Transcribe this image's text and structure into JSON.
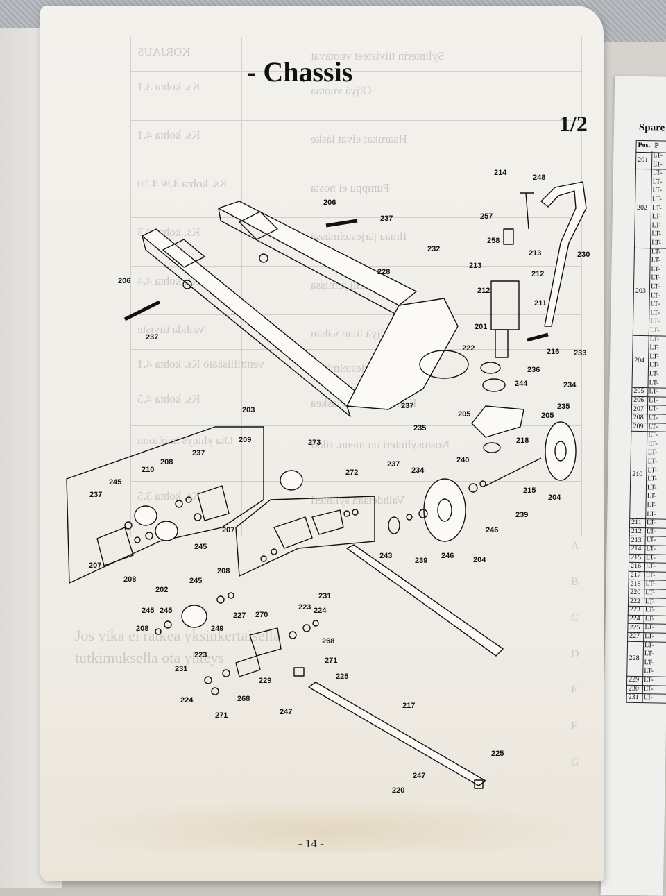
{
  "page": {
    "title": "- Chassis",
    "sheet_fraction": "1/2",
    "page_number": "- 14 -"
  },
  "spare_parts": {
    "title": "Spare P",
    "header": [
      "Pos.",
      "P"
    ],
    "groups": [
      {
        "pos": "201",
        "codes": [
          "LT-",
          "LT-"
        ]
      },
      {
        "pos": "202",
        "codes": [
          "LT-",
          "LT-",
          "LT-",
          "LT-",
          "LT-",
          "LT-",
          "LT-",
          "LT-",
          "LT-"
        ]
      },
      {
        "pos": "203",
        "codes": [
          "LT-",
          "LT-",
          "LT-",
          "LT-",
          "LT-",
          "LT-",
          "LT-",
          "LT-",
          "LT-",
          "LT-"
        ]
      },
      {
        "pos": "204",
        "codes": [
          "LT-",
          "LT-",
          "LT-",
          "LT-",
          "LT-",
          "LT-"
        ]
      },
      {
        "pos": "205",
        "codes": [
          "LT-"
        ]
      },
      {
        "pos": "206",
        "codes": [
          "LT-"
        ]
      },
      {
        "pos": "207",
        "codes": [
          "LT-"
        ]
      },
      {
        "pos": "208",
        "codes": [
          "LT-"
        ]
      },
      {
        "pos": "209",
        "codes": [
          "LT-"
        ]
      },
      {
        "pos": "210",
        "codes": [
          "LT-",
          "LT-",
          "LT-",
          "LT-",
          "LT-",
          "LT-",
          "LT-",
          "LT-",
          "LT-",
          "LT-"
        ]
      },
      {
        "pos": "211",
        "codes": [
          "LT-"
        ]
      },
      {
        "pos": "212",
        "codes": [
          "LT-"
        ]
      },
      {
        "pos": "213",
        "codes": [
          "LT-"
        ]
      },
      {
        "pos": "214",
        "codes": [
          "LT-"
        ]
      },
      {
        "pos": "215",
        "codes": [
          "LT-"
        ]
      },
      {
        "pos": "216",
        "codes": [
          "LT-"
        ]
      },
      {
        "pos": "217",
        "codes": [
          "LT-"
        ]
      },
      {
        "pos": "218",
        "codes": [
          "LT-"
        ]
      },
      {
        "pos": "220",
        "codes": [
          "LT-"
        ]
      },
      {
        "pos": "222",
        "codes": [
          "LT-"
        ]
      },
      {
        "pos": "223",
        "codes": [
          "LT-"
        ]
      },
      {
        "pos": "224",
        "codes": [
          "LT-"
        ]
      },
      {
        "pos": "225",
        "codes": [
          "LT-"
        ]
      },
      {
        "pos": "227",
        "codes": [
          "LT-"
        ]
      },
      {
        "pos": "228",
        "codes": [
          "LT-",
          "LT-",
          "LT-",
          "LT-"
        ]
      },
      {
        "pos": "229",
        "codes": [
          "LT-"
        ]
      },
      {
        "pos": "230",
        "codes": [
          "LT-"
        ]
      },
      {
        "pos": "231",
        "codes": [
          "LT-"
        ]
      }
    ]
  },
  "ghost_table": {
    "left_column": [
      "KORJAUS",
      "Ks. kohta 3.1",
      "Ks. kohta 4.1",
      "Ks. kohta 4.9/ 4.10",
      "Ks. kohta 4.3",
      "Ks. kohta 4.4",
      "Vaihda tiiviste",
      "venttiilisäätö Ks. kohta 4.1",
      "Ks. kohta 4.5",
      "Ota yhteys huoltoon",
      "Ks. kohta 3.5"
    ],
    "right_column": [
      "Sylinterin tiivisteet vuotavat",
      "Öljyä vuotaa",
      "Haarukat eivät laske",
      "Pumppu ei nosta",
      "Ilmaa järjestelmässä",
      "Venttiili jumissa",
      "Öljyä liian vähän",
      "Ilma järjestelmässä",
      "Kuormaa ei voi laskea",
      "Nostosylinteri on menn. rikki",
      "Vaihdetaan sylinteri"
    ],
    "bottom_text": [
      "Jos vika ei ratkea yksinkertaisella",
      "tutkimuksella ota yhteys"
    ],
    "grid_letters": [
      "A",
      "B",
      "C",
      "D",
      "E",
      "F",
      "G"
    ]
  },
  "diagram": {
    "callouts": [
      "201",
      "202",
      "203",
      "204",
      "204",
      "205",
      "205",
      "206",
      "206",
      "207",
      "207",
      "208",
      "208",
      "208",
      "208",
      "209",
      "210",
      "211",
      "212",
      "212",
      "213",
      "213",
      "214",
      "215",
      "216",
      "217",
      "218",
      "220",
      "222",
      "223",
      "223",
      "224",
      "224",
      "225",
      "225",
      "227",
      "228",
      "229",
      "230",
      "231",
      "231",
      "232",
      "233",
      "234",
      "234",
      "235",
      "235",
      "236",
      "237",
      "237",
      "237",
      "237",
      "237",
      "237",
      "239",
      "239",
      "240",
      "243",
      "244",
      "245",
      "245",
      "245",
      "245",
      "245",
      "246",
      "246",
      "247",
      "247",
      "248",
      "249",
      "257",
      "258",
      "268",
      "268",
      "270",
      "271",
      "271",
      "272",
      "273"
    ]
  }
}
